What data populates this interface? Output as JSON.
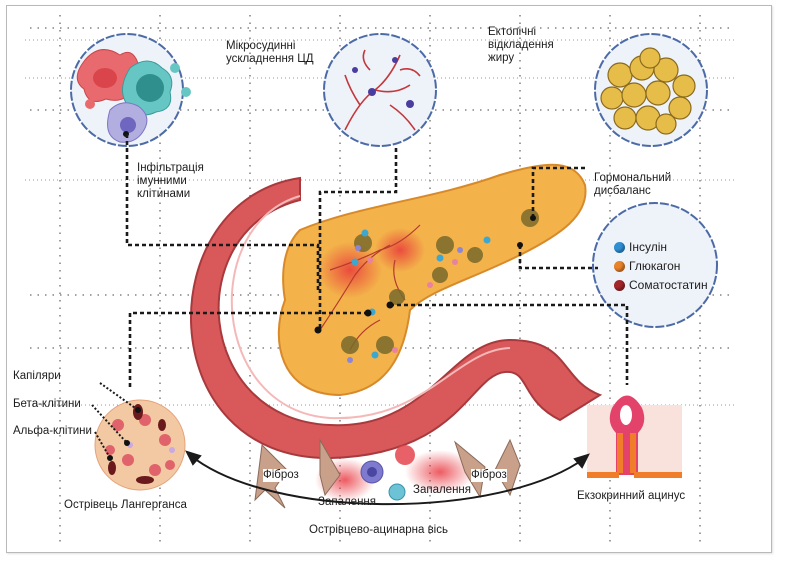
{
  "diagram": {
    "language": "uk",
    "labels": {
      "microvascular": [
        "Мікросудинні",
        "ускладнення ЦД"
      ],
      "ectopic_fat": [
        "Ектопічні",
        "відкладення",
        "жиру"
      ],
      "immune_infiltration": [
        "Інфільтрація",
        "імунними",
        "клітинами"
      ],
      "hormonal_imbalance": [
        "Гормональний",
        "дисбаланс"
      ],
      "capillaries": "Капіляри",
      "beta_cells": "Бета-клітини",
      "alpha_cells": "Альфа-клітини",
      "islet": "Острівець Лангерганса",
      "fibrosis_left": "Фіброз",
      "fibrosis_right": "Фіброз",
      "inflammation_left": "Запалення",
      "inflammation_right": "Запалення",
      "exocrine_acinus": "Екзокринний ацинус",
      "axis": "Острівцево-ацинарна вісь"
    },
    "legend": [
      {
        "label": "Інсулін",
        "color": "#2f8fd4"
      },
      {
        "label": "Глюкагон",
        "color": "#e8832a"
      },
      {
        "label": "Соматостатин",
        "color": "#a3262a"
      }
    ],
    "colors": {
      "pancreas": "#f3b24a",
      "duodenum": "#d9595b",
      "circle_border": "#4b6aa6",
      "circle_fill": "#eef3fa",
      "grid": "#6b6b6b",
      "connector": "#1a1a1a"
    }
  }
}
